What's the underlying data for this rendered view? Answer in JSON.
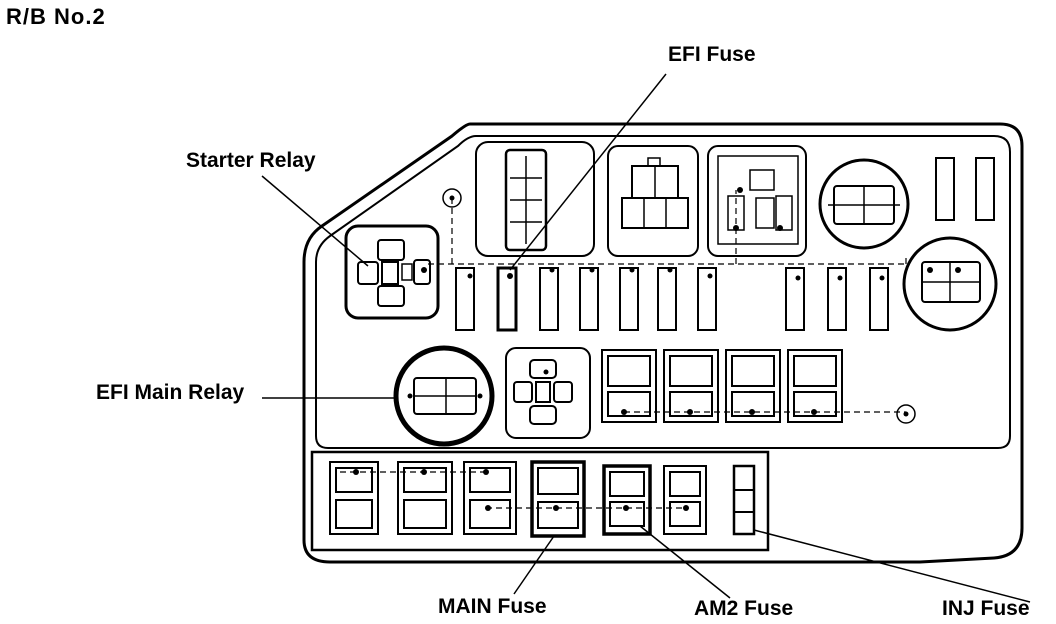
{
  "title": "R/B No.2",
  "labels": {
    "efi_fuse": "EFI Fuse",
    "starter_relay": "Starter Relay",
    "efi_main_relay": "EFI Main Relay",
    "main_fuse": "MAIN Fuse",
    "am2_fuse": "AM2 Fuse",
    "inj_fuse": "INJ Fuse"
  },
  "colors": {
    "line": "#000000",
    "background": "#ffffff"
  }
}
